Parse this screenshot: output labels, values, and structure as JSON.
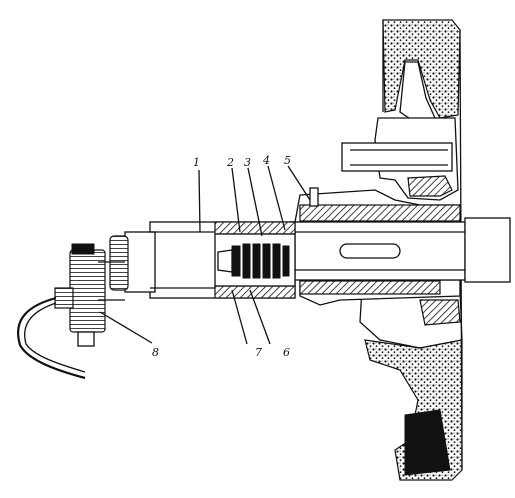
{
  "callouts": [
    {
      "id": "1",
      "label": "1"
    },
    {
      "id": "2",
      "label": "2"
    },
    {
      "id": "3",
      "label": "3"
    },
    {
      "id": "4",
      "label": "4"
    },
    {
      "id": "5",
      "label": "5"
    },
    {
      "id": "6",
      "label": "6"
    },
    {
      "id": "7",
      "label": "7"
    },
    {
      "id": "8",
      "label": "8"
    }
  ],
  "colors": {
    "ink": "#111111",
    "paper": "#ffffff"
  }
}
